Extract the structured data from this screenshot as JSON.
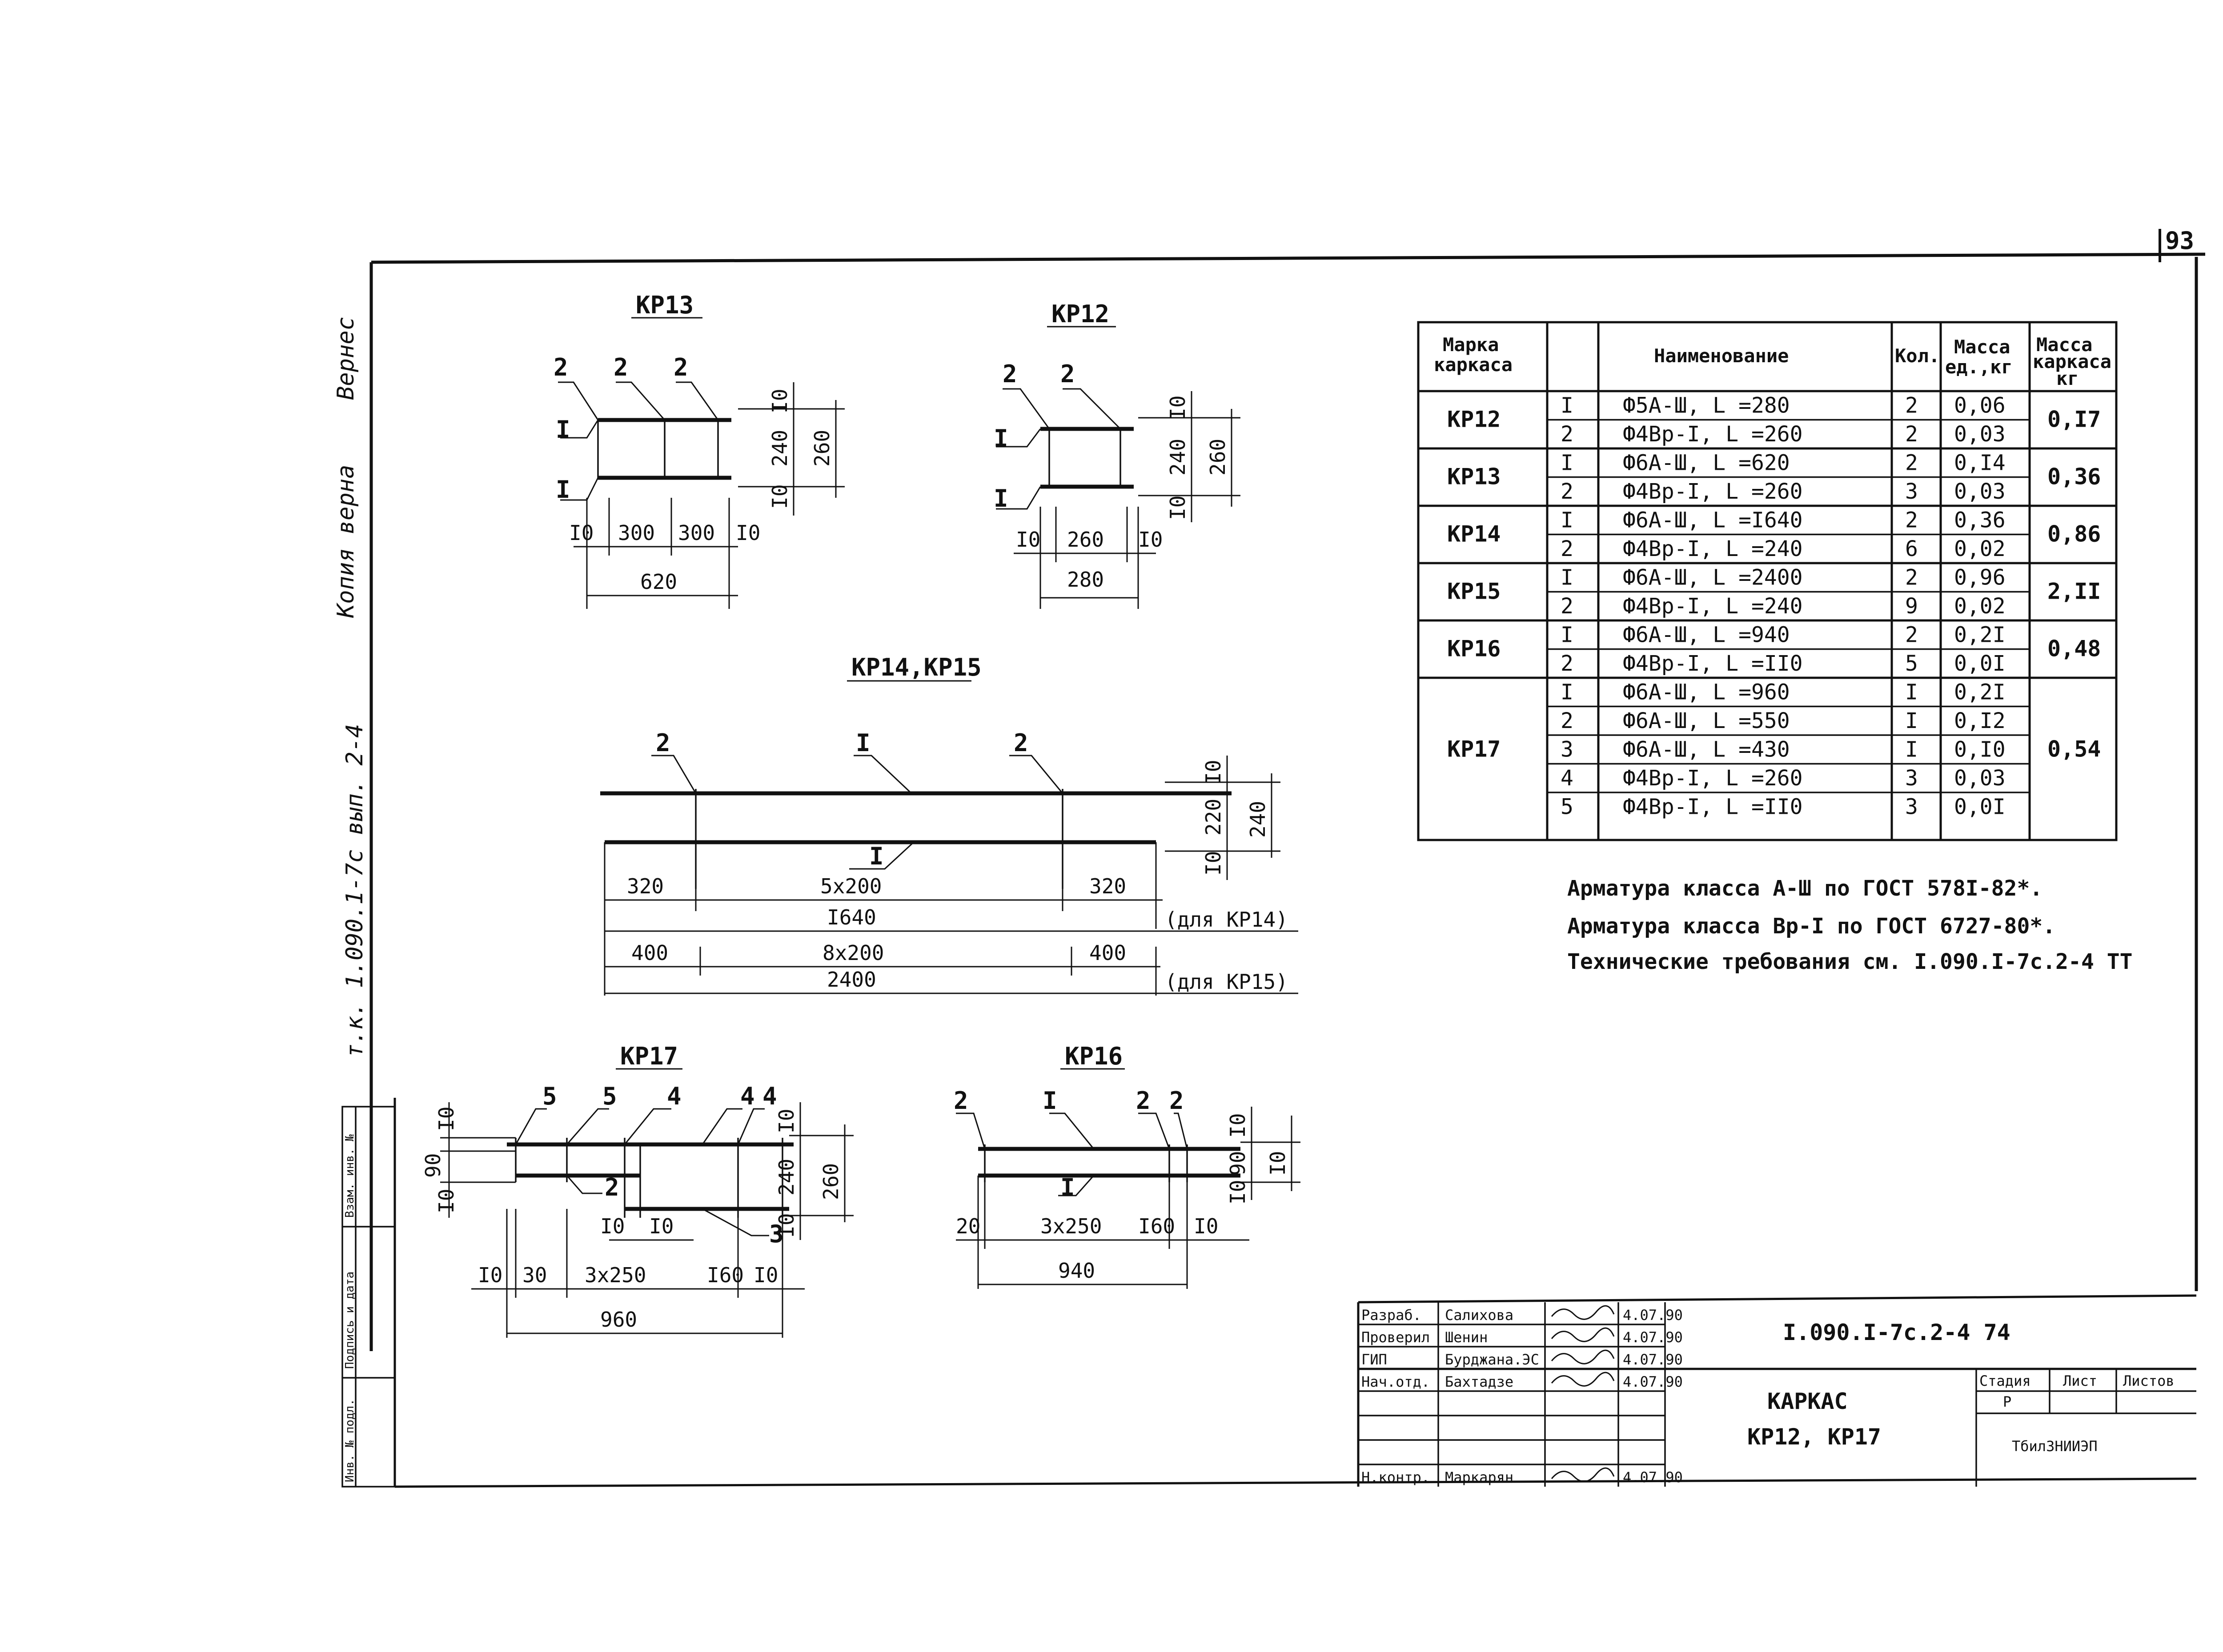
{
  "page_number": "93",
  "side_notes": {
    "copy_note": "Копия верна",
    "signature": "Вернес",
    "doc_ref": "т.к. 1.090.1-7с вып. 2-4",
    "strip_labels": [
      "Взам. инв. №",
      "Подпись и дата",
      "Инв. № подл."
    ]
  },
  "diagrams": {
    "kr13": {
      "title": "КР13",
      "pos": [
        "2",
        "2",
        "2",
        "I",
        "I"
      ],
      "dims_h": [
        "I0",
        "300",
        "300",
        "I0",
        "620"
      ],
      "dims_v": [
        "I0",
        "240",
        "I0",
        "260"
      ]
    },
    "kr12": {
      "title": "КР12",
      "pos": [
        "2",
        "2",
        "I",
        "I"
      ],
      "dims_h": [
        "I0",
        "260",
        "I0",
        "280"
      ],
      "dims_v": [
        "I0",
        "240",
        "I0",
        "260"
      ]
    },
    "kr14": {
      "title": "КР14,КР15",
      "pos": [
        "2",
        "I",
        "2",
        "I"
      ],
      "dims_h": [
        "320",
        "5x200",
        "320",
        "I640",
        "400",
        "8x200",
        "400",
        "2400"
      ],
      "dims_v": [
        "I0",
        "220",
        "I0",
        "240"
      ],
      "notes": [
        "(для КР14)",
        "(для КР15)"
      ]
    },
    "kr17": {
      "title": "КР17",
      "pos": [
        "5",
        "5",
        "4",
        "4",
        "4",
        "2",
        "3"
      ],
      "dims_h": [
        "I0",
        "30",
        "3x250",
        "I60",
        "I0",
        "960",
        "I0",
        "I0"
      ],
      "dims_v": [
        "I0",
        "90",
        "I0",
        "I0",
        "240",
        "I0",
        "260"
      ]
    },
    "kr16": {
      "title": "КР16",
      "pos": [
        "2",
        "I",
        "2",
        "2",
        "I"
      ],
      "dims_h": [
        "20",
        "3x250",
        "I60",
        "I0",
        "940"
      ],
      "dims_v": [
        "I0",
        "90",
        "I0",
        "I0"
      ]
    }
  },
  "spec_table": {
    "headers": [
      "Марка каркаса",
      "",
      "Наименование",
      "Кол.",
      "Масса ед.,кг",
      "Масса каркаса кг"
    ],
    "groups": [
      {
        "mark": "КР12",
        "total": "0,I7",
        "rows": [
          {
            "pos": "I",
            "name": "Ф5А-Ш, L =280",
            "qty": "2",
            "mass": "0,06"
          },
          {
            "pos": "2",
            "name": "Ф4Вр-I, L =260",
            "qty": "2",
            "mass": "0,03"
          }
        ]
      },
      {
        "mark": "КР13",
        "total": "0,36",
        "rows": [
          {
            "pos": "I",
            "name": "Ф6А-Ш, L =620",
            "qty": "2",
            "mass": "0,I4"
          },
          {
            "pos": "2",
            "name": "Ф4Вр-I, L =260",
            "qty": "3",
            "mass": "0,03"
          }
        ]
      },
      {
        "mark": "КР14",
        "total": "0,86",
        "rows": [
          {
            "pos": "I",
            "name": "Ф6А-Ш, L =I640",
            "qty": "2",
            "mass": "0,36"
          },
          {
            "pos": "2",
            "name": "Ф4Вр-I, L =240",
            "qty": "6",
            "mass": "0,02"
          }
        ]
      },
      {
        "mark": "КР15",
        "total": "2,II",
        "rows": [
          {
            "pos": "I",
            "name": "Ф6А-Ш, L =2400",
            "qty": "2",
            "mass": "0,96"
          },
          {
            "pos": "2",
            "name": "Ф4Вр-I, L =240",
            "qty": "9",
            "mass": "0,02"
          }
        ]
      },
      {
        "mark": "КР16",
        "total": "0,48",
        "rows": [
          {
            "pos": "I",
            "name": "Ф6А-Ш, L =940",
            "qty": "2",
            "mass": "0,2I"
          },
          {
            "pos": "2",
            "name": "Ф4Вр-I, L =II0",
            "qty": "5",
            "mass": "0,0I"
          }
        ]
      },
      {
        "mark": "КР17",
        "total": "0,54",
        "rows": [
          {
            "pos": "I",
            "name": "Ф6А-Ш, L =960",
            "qty": "I",
            "mass": "0,2I"
          },
          {
            "pos": "2",
            "name": "Ф6А-Ш, L =550",
            "qty": "I",
            "mass": "0,I2"
          },
          {
            "pos": "3",
            "name": "Ф6А-Ш, L =430",
            "qty": "I",
            "mass": "0,I0"
          },
          {
            "pos": "4",
            "name": "Ф4Вр-I, L =260",
            "qty": "3",
            "mass": "0,03"
          },
          {
            "pos": "5",
            "name": "Ф4Вр-I, L =II0",
            "qty": "3",
            "mass": "0,0I"
          }
        ]
      }
    ]
  },
  "notes": [
    "Арматура класса А-Ш по ГОСТ 578I-82*.",
    "Арматура класса Вр-I по ГОСТ 6727-80*.",
    "Технические требования см. I.090.I-7с.2-4 ТТ"
  ],
  "stamp": {
    "people": [
      {
        "role": "Разраб.",
        "name": "Салихова",
        "date": "4.07.90"
      },
      {
        "role": "Проверил",
        "name": "Шенин",
        "date": "4.07.90"
      },
      {
        "role": "ГИП",
        "name": "Бурджана.ЭС",
        "date": "4.07.90"
      },
      {
        "role": "Нач.отд.",
        "name": "Бахтадзе",
        "date": "4.07.90"
      },
      {
        "role": "Н.контр.",
        "name": "Маркарян",
        "date": "4.07.90"
      }
    ],
    "doc_code": "I.090.I-7с.2-4 74",
    "title_line1": "КАРКАС",
    "title_line2": "КР12, КР17",
    "stage_head": "Стадия",
    "sheet_head": "Лист",
    "sheets_head": "Листов",
    "stage": "Р",
    "org": "ТбилЗНИИЭП"
  }
}
